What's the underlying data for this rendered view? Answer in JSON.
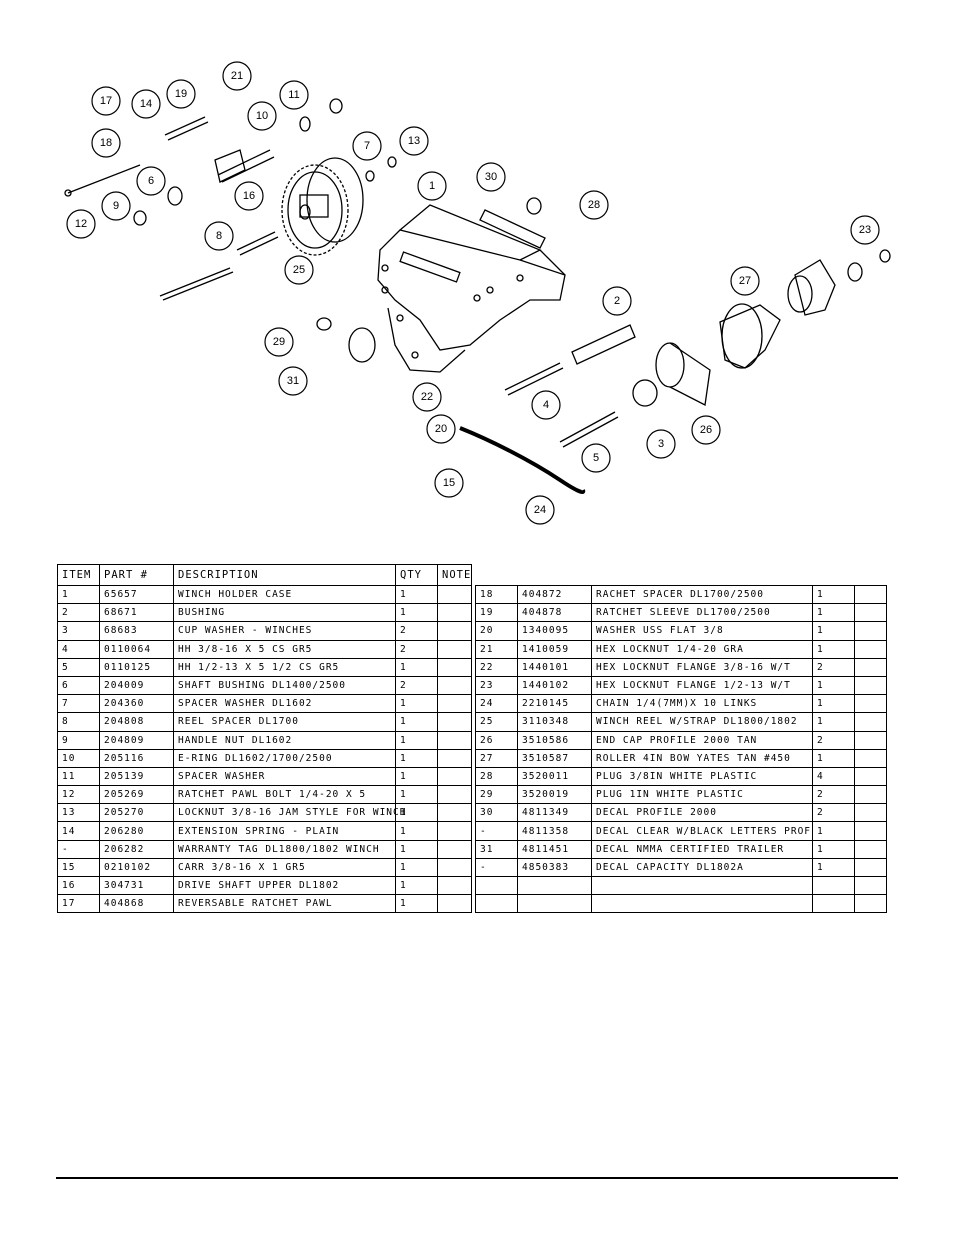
{
  "diagram": {
    "callouts": [
      "1",
      "2",
      "3",
      "4",
      "5",
      "6",
      "7",
      "8",
      "9",
      "10",
      "11",
      "12",
      "13",
      "14",
      "15",
      "16",
      "17",
      "18",
      "19",
      "20",
      "21",
      "22",
      "23",
      "24",
      "25",
      "26",
      "27",
      "28",
      "29",
      "30",
      "31"
    ]
  },
  "table": {
    "headers": [
      "ITEM",
      "PART #",
      "DESCRIPTION",
      "QTY",
      "NOTE"
    ],
    "left_rows": [
      [
        "1",
        "65657",
        "WINCH HOLDER CASE",
        "1",
        ""
      ],
      [
        "2",
        "68671",
        "BUSHING",
        "1",
        ""
      ],
      [
        "3",
        "68683",
        "CUP WASHER - WINCHES",
        "2",
        ""
      ],
      [
        "4",
        "0110064",
        "HH 3/8-16 X 5 CS GR5",
        "2",
        ""
      ],
      [
        "5",
        "0110125",
        "HH 1/2-13 X 5 1/2 CS GR5",
        "1",
        ""
      ],
      [
        "6",
        "204009",
        "SHAFT BUSHING  DL1400/2500",
        "2",
        ""
      ],
      [
        "7",
        "204360",
        "SPACER WASHER  DL1602",
        "1",
        ""
      ],
      [
        "8",
        "204808",
        "REEL SPACER  DL1700",
        "1",
        ""
      ],
      [
        "9",
        "204809",
        "HANDLE NUT  DL1602",
        "1",
        ""
      ],
      [
        "10",
        "205116",
        "E-RING DL1602/1700/2500",
        "1",
        ""
      ],
      [
        "11",
        "205139",
        "SPACER WASHER",
        "1",
        ""
      ],
      [
        "12",
        "205269",
        "RATCHET PAWL BOLT 1/4-20 X 5",
        "1",
        ""
      ],
      [
        "13",
        "205270",
        "LOCKNUT 3/8-16 JAM STYLE FOR WINCH",
        "1",
        ""
      ],
      [
        "14",
        "206280",
        "EXTENSION SPRING - PLAIN",
        "1",
        ""
      ],
      [
        "-",
        "206282",
        "WARRANTY TAG DL1800/1802 WINCH",
        "1",
        ""
      ],
      [
        "15",
        "0210102",
        "CARR 3/8-16 X 1 GR5",
        "1",
        ""
      ],
      [
        "16",
        "304731",
        "DRIVE SHAFT UPPER  DL1802",
        "1",
        ""
      ],
      [
        "17",
        "404868",
        "REVERSABLE RATCHET PAWL",
        "1",
        ""
      ]
    ],
    "right_rows": [
      [
        "18",
        "404872",
        "RACHET SPACER  DL1700/2500",
        "1",
        ""
      ],
      [
        "19",
        "404878",
        "RATCHET SLEEVE  DL1700/2500",
        "1",
        ""
      ],
      [
        "20",
        "1340095",
        "WASHER USS FLAT 3/8",
        "1",
        ""
      ],
      [
        "21",
        "1410059",
        "HEX LOCKNUT 1/4-20 GRA",
        "1",
        ""
      ],
      [
        "22",
        "1440101",
        "HEX LOCKNUT FLANGE 3/8-16 W/T",
        "2",
        ""
      ],
      [
        "23",
        "1440102",
        "HEX LOCKNUT FLANGE 1/2-13 W/T",
        "1",
        ""
      ],
      [
        "24",
        "2210145",
        "CHAIN 1/4(7MM)X 10 LINKS",
        "1",
        ""
      ],
      [
        "25",
        "3110348",
        "WINCH REEL W/STRAP  DL1800/1802",
        "1",
        ""
      ],
      [
        "26",
        "3510586",
        "END CAP PROFILE 2000 TAN",
        "2",
        ""
      ],
      [
        "27",
        "3510587",
        "ROLLER 4IN BOW YATES TAN #450",
        "1",
        ""
      ],
      [
        "28",
        "3520011",
        "PLUG  3/8IN WHITE PLASTIC",
        "4",
        ""
      ],
      [
        "29",
        "3520019",
        "PLUG  1IN WHITE PLASTIC",
        "2",
        ""
      ],
      [
        "30",
        "4811349",
        "DECAL PROFILE 2000",
        "2",
        ""
      ],
      [
        "-",
        "4811358",
        "DECAL CLEAR W/BLACK LETTERS PROF",
        "1",
        ""
      ],
      [
        "31",
        "4811451",
        "DECAL NMMA CERTIFIED TRAILER",
        "1",
        ""
      ],
      [
        "-",
        "4850383",
        "DECAL CAPACITY DL1802A",
        "1",
        ""
      ],
      [
        "",
        "",
        "",
        "",
        ""
      ],
      [
        "",
        "",
        "",
        "",
        ""
      ]
    ]
  }
}
